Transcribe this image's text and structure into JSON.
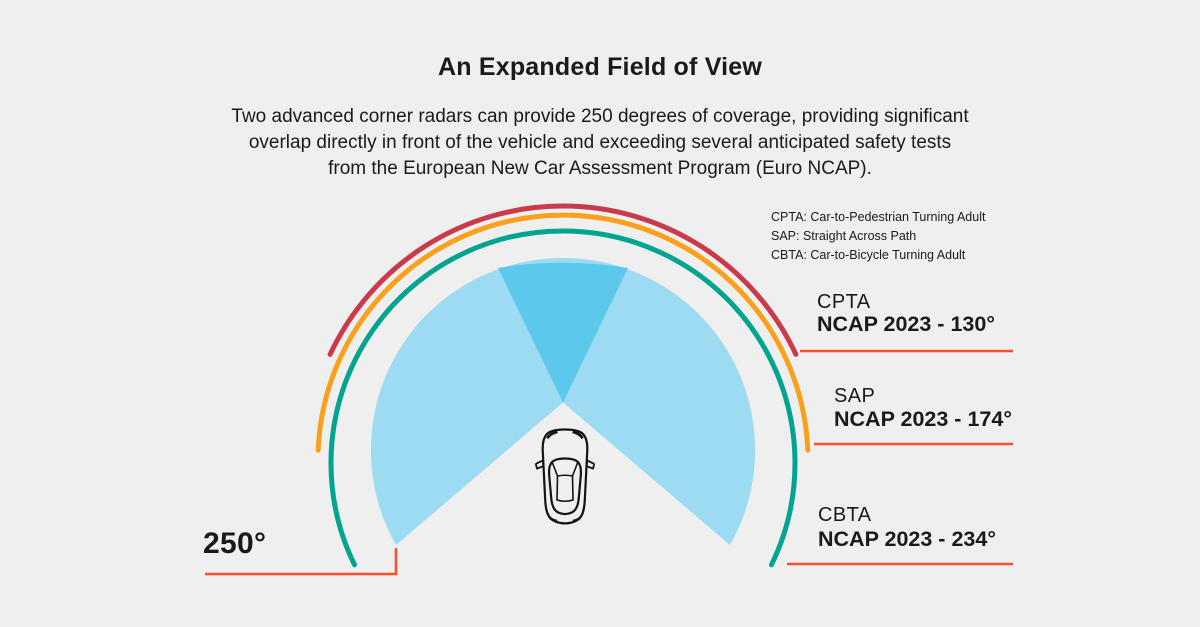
{
  "title": "An Expanded Field of View",
  "subtitle": {
    "line1": "Two advanced corner radars can provide 250 degrees of coverage, providing significant",
    "line2": "overlap directly in front of the vehicle and exceeding several anticipated safety tests",
    "line3": "from the European New Car Assessment Program (Euro NCAP)."
  },
  "legend": {
    "items": [
      {
        "text": "CPTA: Car-to-Pedestrian Turning Adult"
      },
      {
        "text": "SAP: Straight Across Path"
      },
      {
        "text": "CBTA: Car-to-Bicycle Turning Adult"
      }
    ]
  },
  "tests": [
    {
      "abbr": "CPTA",
      "value": "NCAP 2023 - 130°",
      "degrees": 130,
      "arc_color": "#C93B4B"
    },
    {
      "abbr": "SAP",
      "value": "NCAP 2023 - 174°",
      "degrees": 174,
      "arc_color": "#F9A11C"
    },
    {
      "abbr": "CBTA",
      "value": "NCAP 2023 - 234°",
      "degrees": 234,
      "arc_color": "#00A48F"
    }
  ],
  "coverage": {
    "label": "250°",
    "degrees": 250
  },
  "colors": {
    "background": "#EFEFEF",
    "fan_light": "#9DDBF2",
    "fan_overlap": "#5CC9EC",
    "indicator": "#F4512C",
    "text": "#1A1A1A",
    "car_outline": "#141414"
  }
}
